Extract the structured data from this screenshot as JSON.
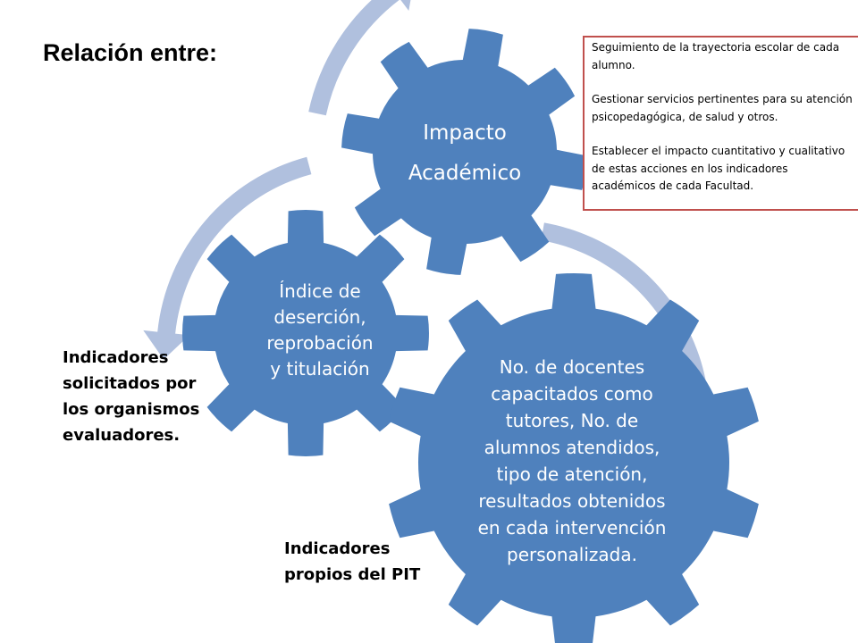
{
  "title": "Relación entre:",
  "gears": {
    "top": {
      "lines": [
        "Impacto",
        "Académico"
      ]
    },
    "middle": {
      "lines": [
        "Índice de",
        "deserción,",
        "reprobación",
        "y titulación"
      ]
    },
    "large": {
      "lines": [
        "No. de docentes",
        "capacitados como",
        "tutores, No. de",
        "alumnos atendidos,",
        "tipo de atención,",
        "resultados obtenidos",
        "en cada intervención",
        "personalizada."
      ]
    }
  },
  "side_labels": {
    "left": [
      "Indicadores",
      "solicitados por",
      "los organismos",
      "evaluadores."
    ],
    "bottom": [
      "Indicadores",
      "propios del PIT"
    ]
  },
  "infobox": {
    "items": [
      "Seguimiento de la trayectoria escolar de cada alumno.",
      "Gestionar servicios pertinentes para su atención psicopedagógica, de salud y otros.",
      "Establecer el impacto cuantitativo y cualitativo de estas acciones en los indicadores académicos de cada Facultad."
    ]
  },
  "colors": {
    "gear": "#4f81bd",
    "arrow": "#b0c0de",
    "infobox_border": "#c0504d"
  }
}
